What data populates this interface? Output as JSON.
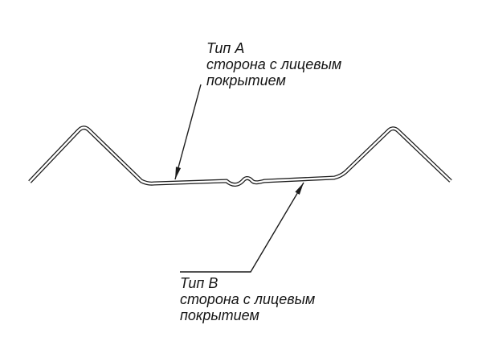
{
  "diagram": {
    "colors": {
      "line": "#1c1c1c",
      "background": "#ffffff"
    },
    "label_type_a": {
      "title": "Тип A",
      "line1": "сторона с лицевым",
      "line2": "покрытием"
    },
    "label_type_b": {
      "title": "Тип B",
      "line1": "сторона с лицевым",
      "line2": "покрытием"
    }
  }
}
